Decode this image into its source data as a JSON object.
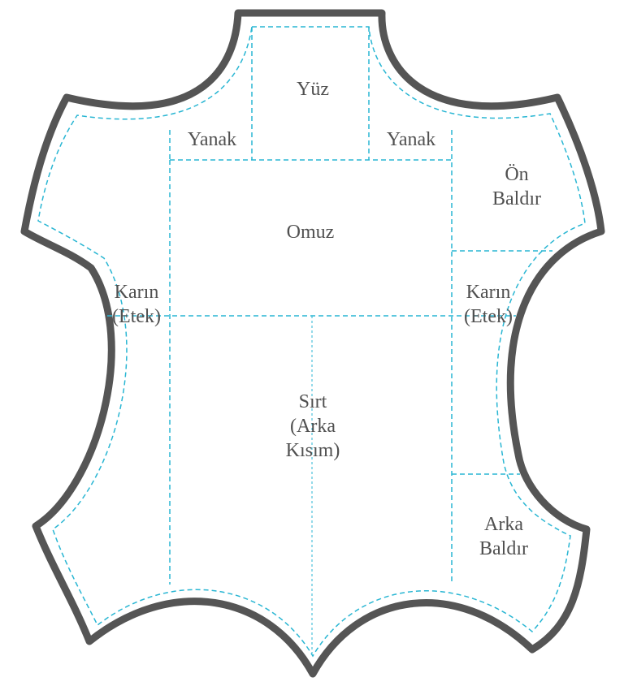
{
  "colors": {
    "outline": "#555555",
    "dashed_guides": "#29b6d3",
    "label_text": "#505050",
    "background": "#ffffff"
  },
  "regions": {
    "face": {
      "lines": [
        "Yüz"
      ]
    },
    "cheek_left": {
      "lines": [
        "Yanak"
      ]
    },
    "cheek_right": {
      "lines": [
        "Yanak"
      ]
    },
    "front_leg": {
      "lines": [
        "Ön",
        "Baldır"
      ]
    },
    "shoulder": {
      "lines": [
        "Omuz"
      ]
    },
    "belly_left": {
      "lines": [
        "Karın",
        "(Etek)"
      ]
    },
    "belly_right": {
      "lines": [
        "Karın",
        "(Etek)"
      ]
    },
    "back": {
      "lines": [
        "Sırt",
        "(Arka",
        "Kısım)"
      ]
    },
    "hind_leg": {
      "lines": [
        "Arka",
        "Baldır"
      ]
    }
  }
}
